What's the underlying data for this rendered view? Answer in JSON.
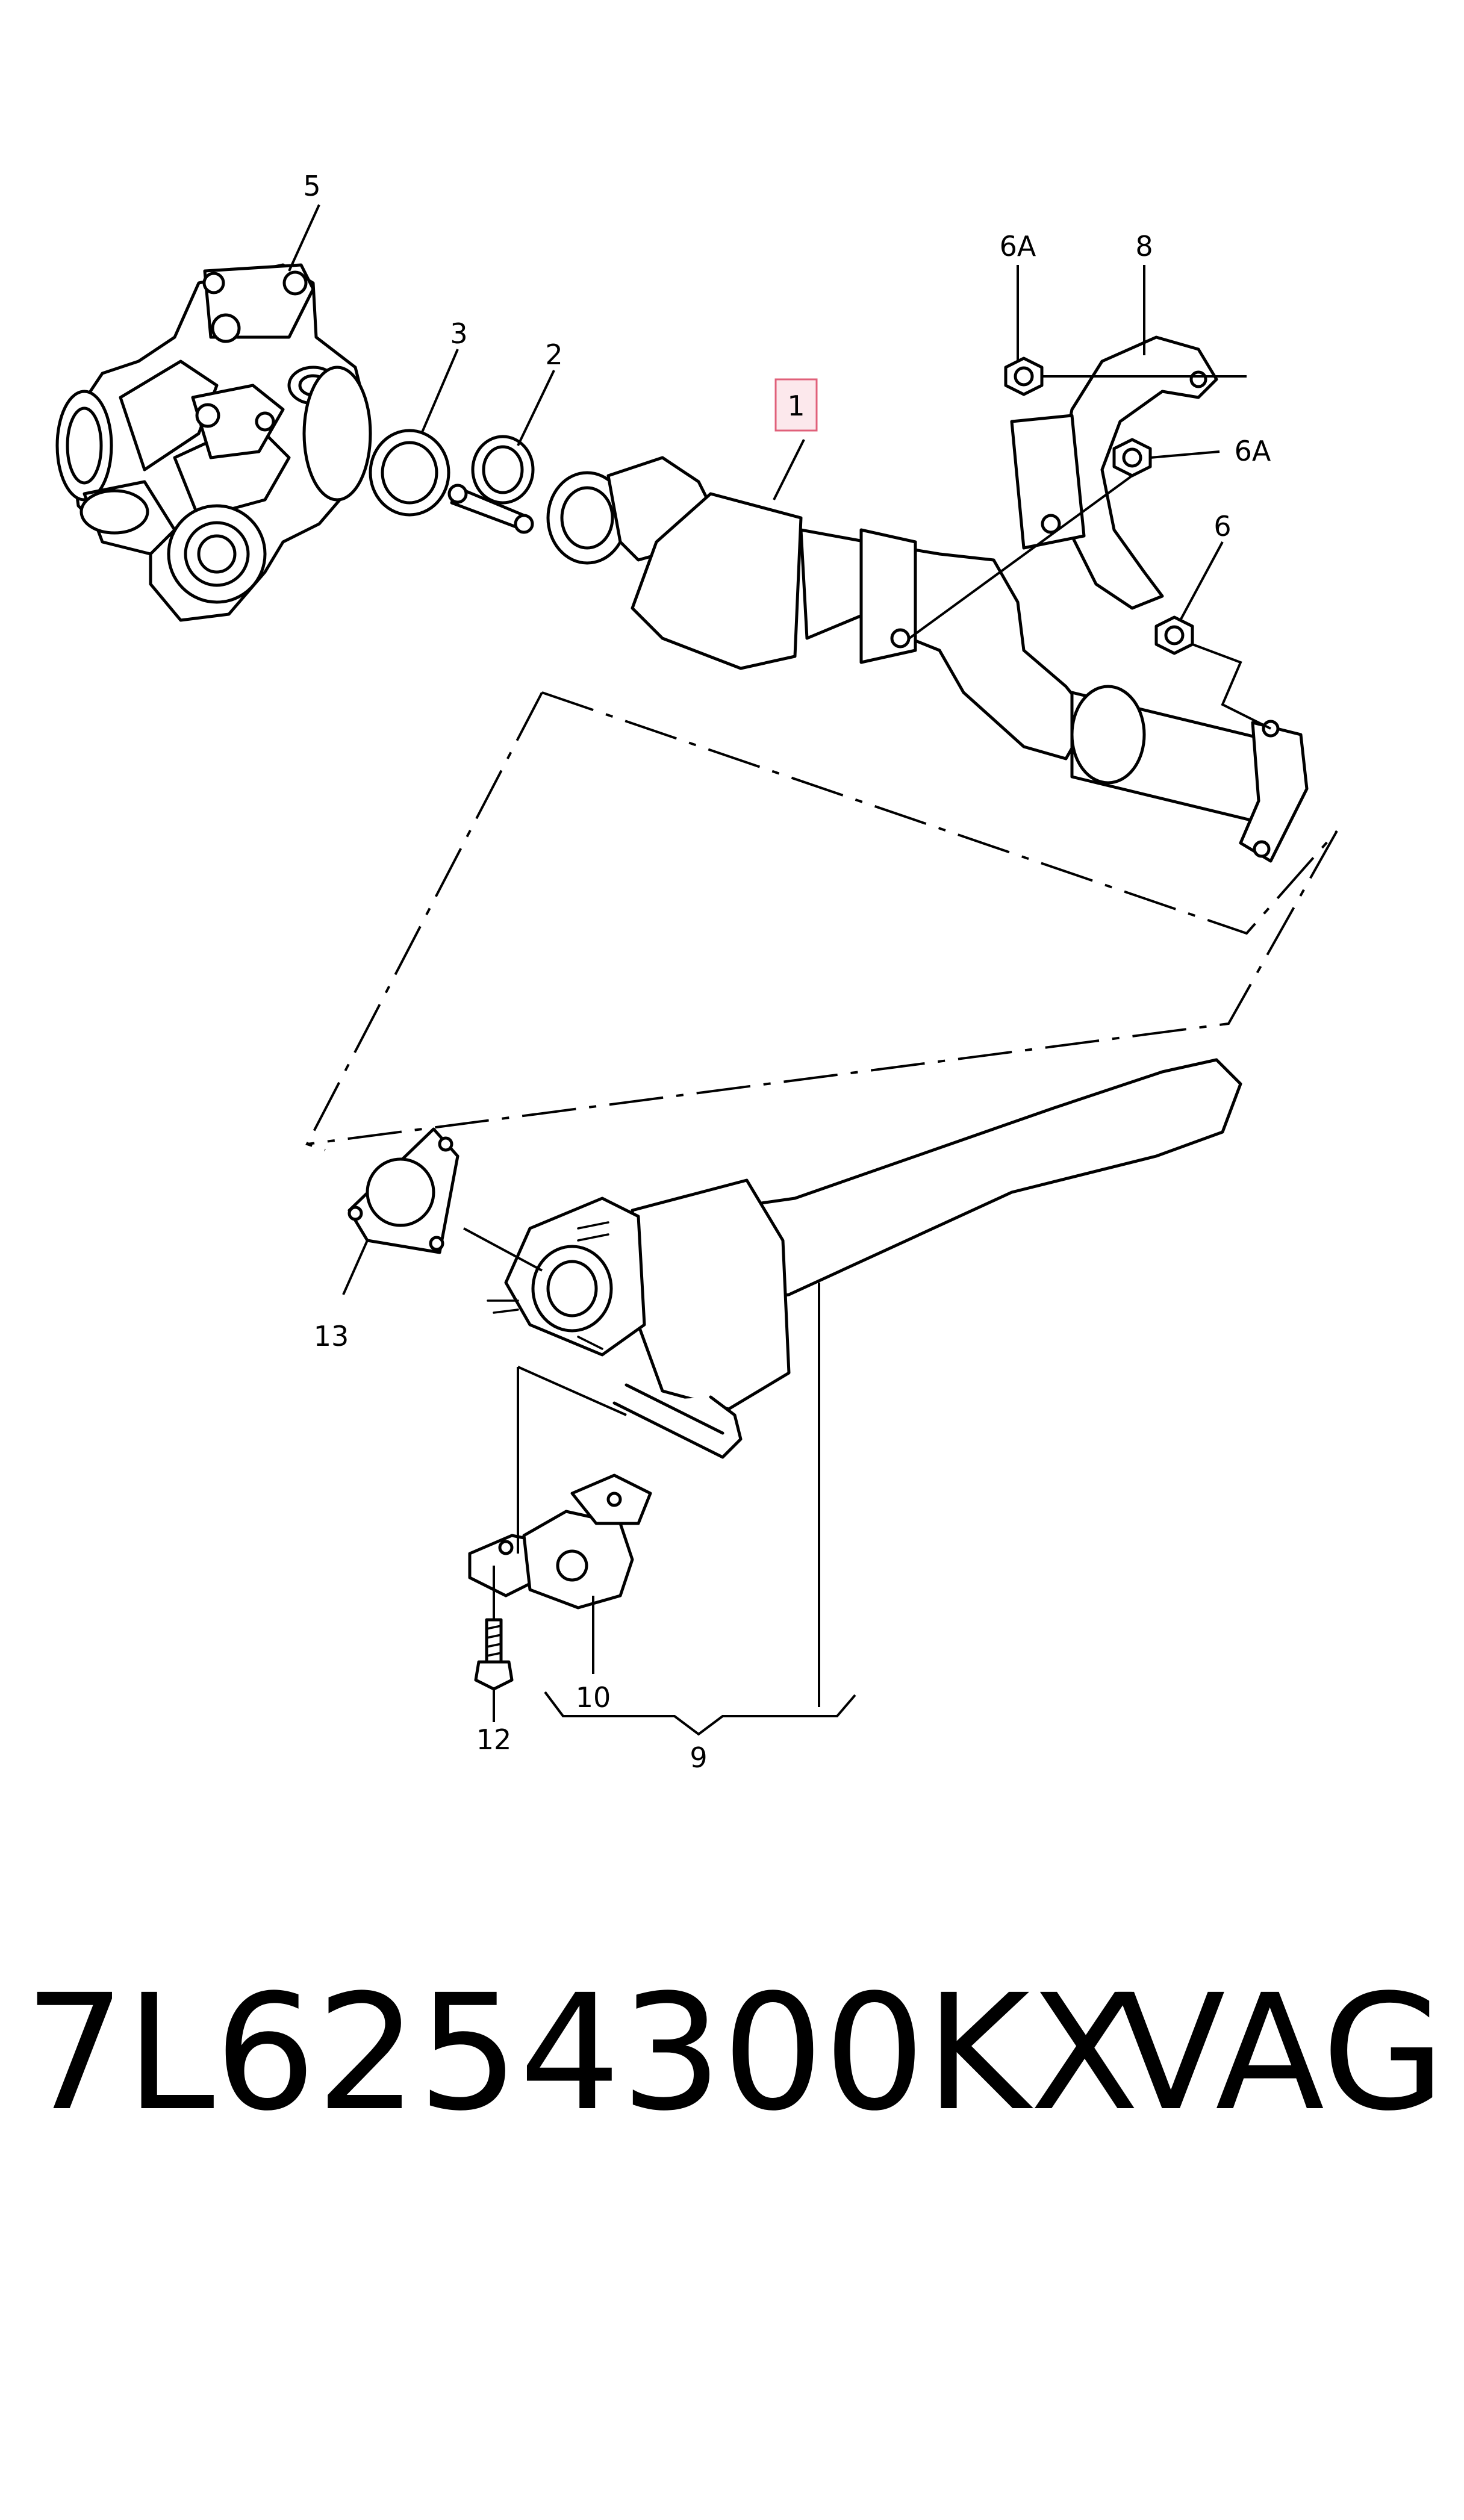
{
  "callouts": {
    "c1": "1",
    "c2": "2",
    "c3": "3",
    "c5": "5",
    "c6": "6",
    "c6a_top": "6A",
    "c6a_right": "6A",
    "c8": "8",
    "c9": "9",
    "c10": "10",
    "c12": "12",
    "c13": "13"
  },
  "highlight": {
    "callout": "1",
    "color": "#e0607a"
  },
  "footer": {
    "part_number": "7L6254300KX",
    "brand": "VAG"
  }
}
